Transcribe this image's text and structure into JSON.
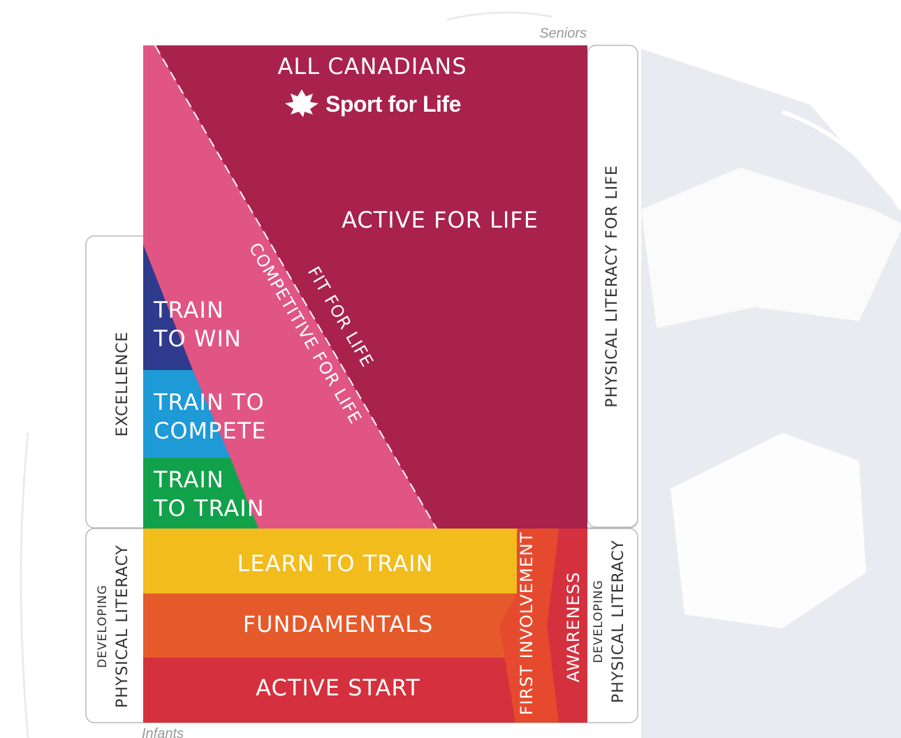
{
  "labels": {
    "seniors": "Seniors",
    "infants": "Infants",
    "all_canadians": "ALL CANADIANS",
    "logo_text": "Sport for Life",
    "active_for_life": "ACTIVE FOR LIFE",
    "fit_for_life": "FIT FOR LIFE",
    "competitive_for_life": "COMPETITIVE FOR LIFE",
    "train_to_win": [
      "TRAIN",
      "TO WIN"
    ],
    "train_to_compete": [
      "TRAIN TO",
      "COMPETE"
    ],
    "train_to_train": [
      "TRAIN",
      "TO TRAIN"
    ],
    "learn_to_train": "LEARN TO TRAIN",
    "fundamentals": "FUNDAMENTALS",
    "active_start": "ACTIVE START",
    "first_involvement": "FIRST INVOLVEMENT",
    "awareness": "AWARENESS",
    "excellence": "EXCELLENCE",
    "physical_literacy_for_life": "PHYSICAL LITERACY FOR LIFE",
    "developing_left": [
      "DEVELOPING",
      "PHYSICAL LITERACY"
    ],
    "developing_right": [
      "DEVELOPING",
      "PHYSICAL LITERACY"
    ]
  },
  "colors": {
    "crimson": "#A8224C",
    "pink": "#E05584",
    "navy": "#2E3A8C",
    "sky": "#1E9AD6",
    "green": "#12A14B",
    "yellow": "#F2BC1D",
    "orange": "#E55A2B",
    "red": "#D5303D",
    "orange_red": "#E64A2E",
    "background_shape": "#E8EBEF"
  }
}
